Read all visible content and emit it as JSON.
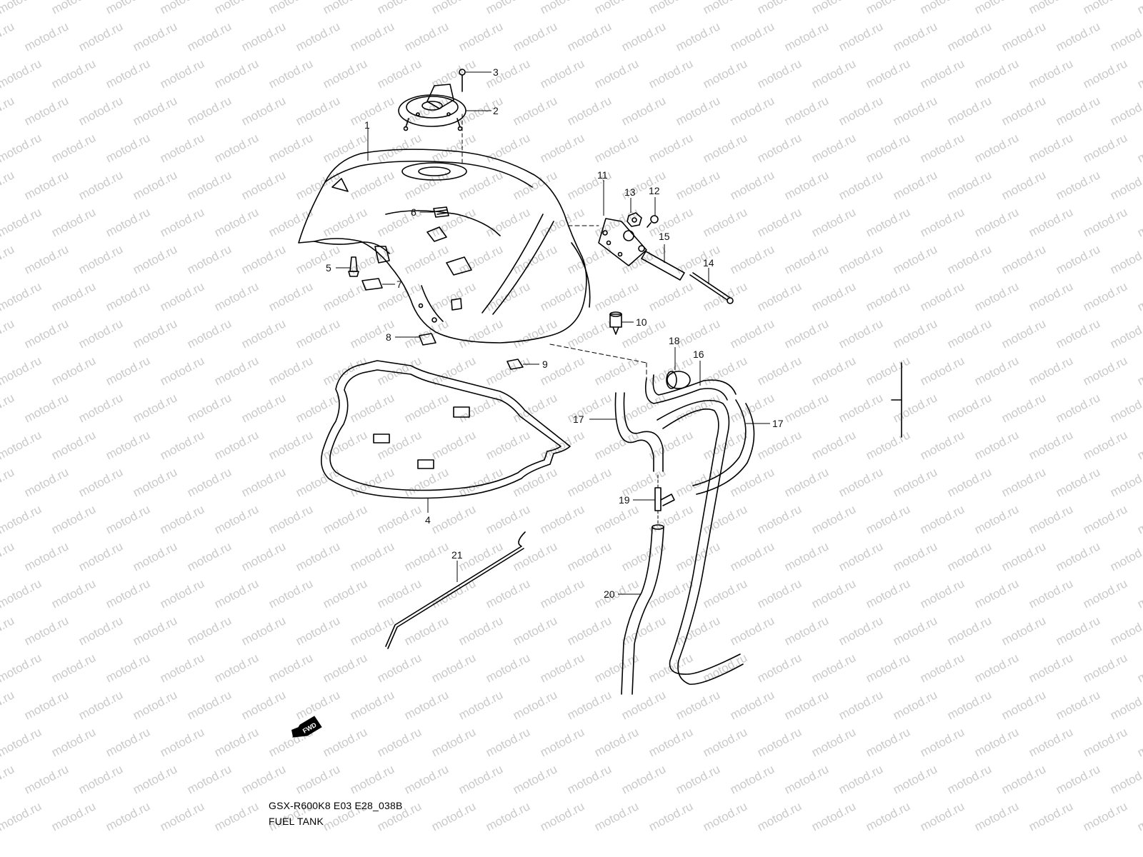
{
  "watermark": {
    "text": "motod.ru",
    "color": "#c9c9c9"
  },
  "diagram": {
    "code": "GSX-R600K8 E03 E28_038B",
    "title": "FUEL TANK",
    "forward_badge": "FWD",
    "line_color": "#000000",
    "part_callouts": [
      "1",
      "2",
      "3",
      "4",
      "5",
      "6",
      "7",
      "8",
      "9",
      "10",
      "11",
      "12",
      "13",
      "14",
      "15",
      "16",
      "17",
      "17",
      "18",
      "19",
      "20",
      "21"
    ]
  }
}
